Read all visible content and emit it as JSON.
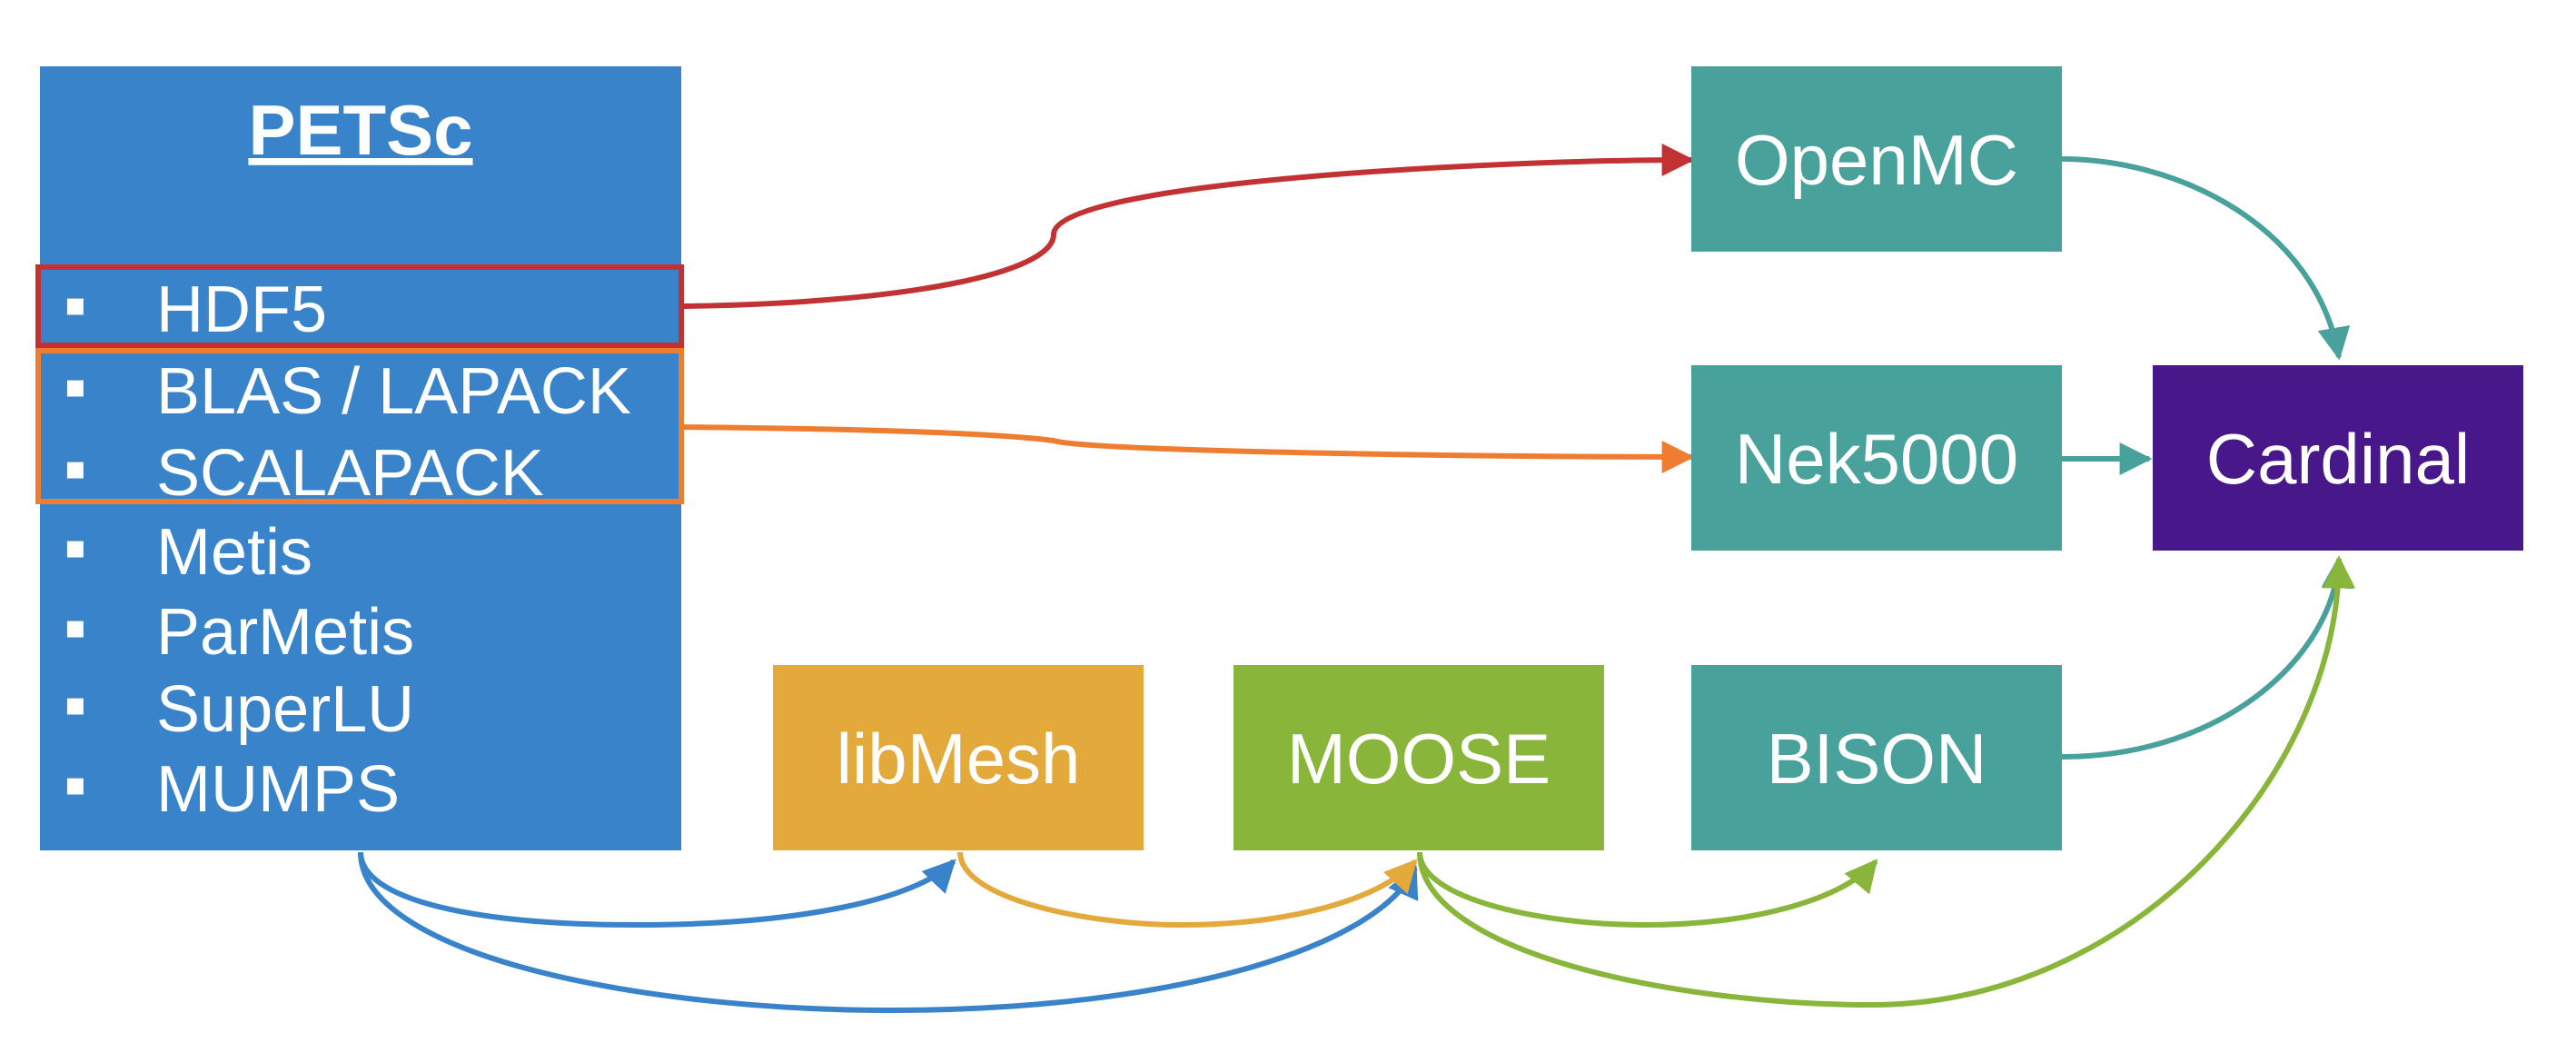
{
  "petsc": {
    "title": "PETSc",
    "bullet": "▪",
    "items": [
      {
        "label": "HDF5"
      },
      {
        "label": "BLAS / LAPACK"
      },
      {
        "label": "SCALAPACK"
      },
      {
        "label": "Metis"
      },
      {
        "label": "ParMetis"
      },
      {
        "label": "SuperLU"
      },
      {
        "label": "MUMPS"
      }
    ]
  },
  "nodes": {
    "openmc": {
      "label": "OpenMC"
    },
    "nek5000": {
      "label": "Nek5000"
    },
    "cardinal": {
      "label": "Cardinal"
    },
    "libmesh": {
      "label": "libMesh"
    },
    "moose": {
      "label": "MOOSE"
    },
    "bison": {
      "label": "BISON"
    }
  },
  "colors": {
    "petsc_fill": "#3883c9",
    "teal": "#48a19b",
    "purple": "#48188a",
    "gold": "#e3a93b",
    "green": "#89b53a",
    "red": "#c23233",
    "orange": "#ee7d31"
  }
}
